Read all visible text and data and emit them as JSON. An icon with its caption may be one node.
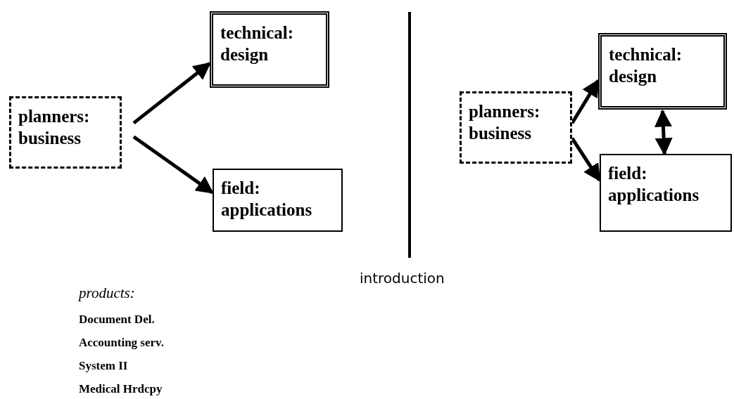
{
  "diagram": {
    "nodes": [
      {
        "text": [
          "planners: business"
        ]
      },
      {
        "text": [
          "technical: design"
        ]
      },
      {
        "text": [
          "field: applications"
        ]
      },
      {
        "text": [
          "planners: business"
        ]
      },
      {
        "text": [
          "technical: design"
        ]
      },
      {
        "text": [
          "field: applications"
        ]
      }
    ],
    "edges": [
      {
        "from": 0,
        "to": 1,
        "arrow": "to"
      },
      {
        "from": 0,
        "to": 2,
        "arrow": "to"
      },
      {
        "from": 3,
        "to": 4,
        "arrow": "to"
      },
      {
        "from": 3,
        "to": 5,
        "arrow": "to"
      },
      {
        "from": 4,
        "to": 5,
        "arrow": "both"
      }
    ],
    "labels": [
      "introduction",
      "products:",
      "Document Del.",
      "Accounting serv.",
      "System II",
      "Medical Hrdcpy"
    ]
  }
}
